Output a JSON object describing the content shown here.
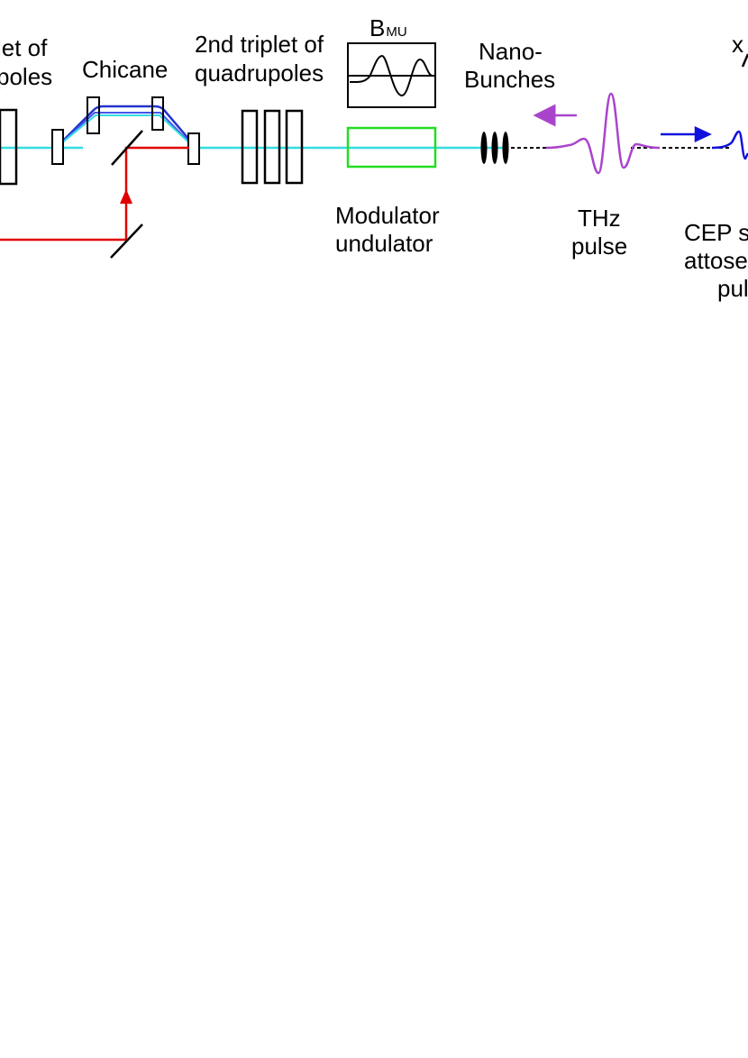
{
  "labels": {
    "triplet1_line1": "let of",
    "triplet1_line2": "poles",
    "chicane": "Chicane",
    "triplet2_line1": "2nd triplet of",
    "triplet2_line2": "quadrupoles",
    "bmu_main": "B",
    "bmu_sub": "MU",
    "nano_line1": "Nano-",
    "nano_line2": "Bunches",
    "modulator_line1": "Modulator",
    "modulator_line2": "undulator",
    "thz_line1": "THz",
    "thz_line2": "pulse",
    "cep_line1": "CEP s",
    "cep_line2": "attose",
    "cep_line3": "pul",
    "xa": "x"
  },
  "colors": {
    "electron_beam": "#33dde0",
    "laser": "#e00000",
    "chicane_trajectory": "#2233cc",
    "modulator": "#22dd22",
    "thz": "#aa44cc",
    "attosecond": "#1111dd",
    "outline": "#000000"
  }
}
